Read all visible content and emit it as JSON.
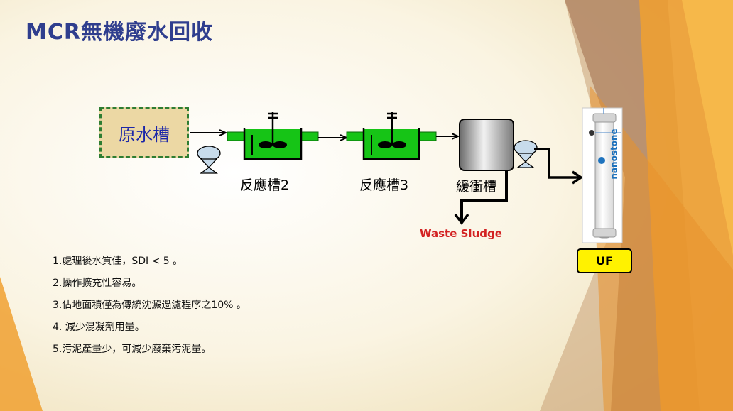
{
  "slide": {
    "title": "MCR無機廢水回收"
  },
  "diagram": {
    "raw_tank": "原水槽",
    "reactor_2": "反應槽2",
    "reactor_3": "反應槽3",
    "buffer_tank": "緩衝槽",
    "waste_sludge": "Waste Sludge",
    "uf": "UF",
    "membrane_brand": "nanostone"
  },
  "notes": [
    "1.處理後水質佳，SDI < 5 。",
    "2.操作擴充性容易。",
    "3.佔地面積僅為傳統沈澱過濾程序之10% 。",
    "4. 減少混凝劑用量。",
    "5.污泥產量少，可減少廢棄污泥量。"
  ],
  "colors": {
    "title": "#2f3e8e",
    "reactor": "#16c416",
    "raw_tank_border": "#2e7d32",
    "raw_tank_text": "#1d27a8",
    "sludge_text": "#d32222",
    "uf_box": "#fff200",
    "accent_orange": "#f0a030"
  }
}
